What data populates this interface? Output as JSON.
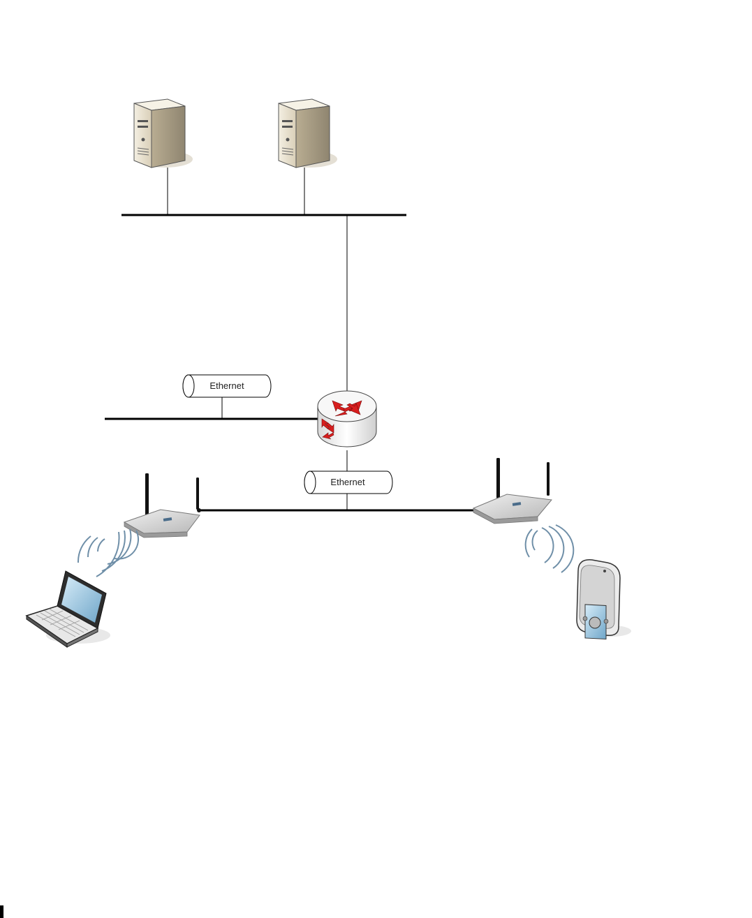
{
  "diagram": {
    "type": "network-topology",
    "nodes": [
      {
        "id": "server-1",
        "icon": "server-tower-icon"
      },
      {
        "id": "server-2",
        "icon": "server-tower-icon"
      },
      {
        "id": "router",
        "icon": "router-icon"
      },
      {
        "id": "access-point-left",
        "icon": "wireless-access-point-icon"
      },
      {
        "id": "access-point-right",
        "icon": "wireless-access-point-icon"
      },
      {
        "id": "laptop",
        "icon": "laptop-icon"
      },
      {
        "id": "pda",
        "icon": "handheld-pda-icon"
      }
    ],
    "links": [
      {
        "from": "server-1",
        "to": "server-backbone",
        "kind": "wired"
      },
      {
        "from": "server-2",
        "to": "server-backbone",
        "kind": "wired"
      },
      {
        "from": "server-backbone",
        "to": "router",
        "kind": "wired"
      },
      {
        "from": "ethernet-segment-1",
        "to": "router",
        "kind": "wired"
      },
      {
        "from": "router",
        "to": "ethernet-segment-2",
        "kind": "wired"
      },
      {
        "from": "ethernet-segment-2",
        "to": "access-point-left",
        "kind": "wired"
      },
      {
        "from": "ethernet-segment-2",
        "to": "access-point-right",
        "kind": "wired"
      },
      {
        "from": "access-point-left",
        "to": "laptop",
        "kind": "wireless"
      },
      {
        "from": "access-point-right",
        "to": "pda",
        "kind": "wireless"
      }
    ],
    "labels": {
      "ethernet_1": "Ethernet",
      "ethernet_2": "Ethernet"
    },
    "colors": {
      "line": "#000000",
      "router_arrows": "#d81e1e",
      "wireless_waves": "#6f8fa8",
      "server_body": "#e8e1cf"
    }
  }
}
